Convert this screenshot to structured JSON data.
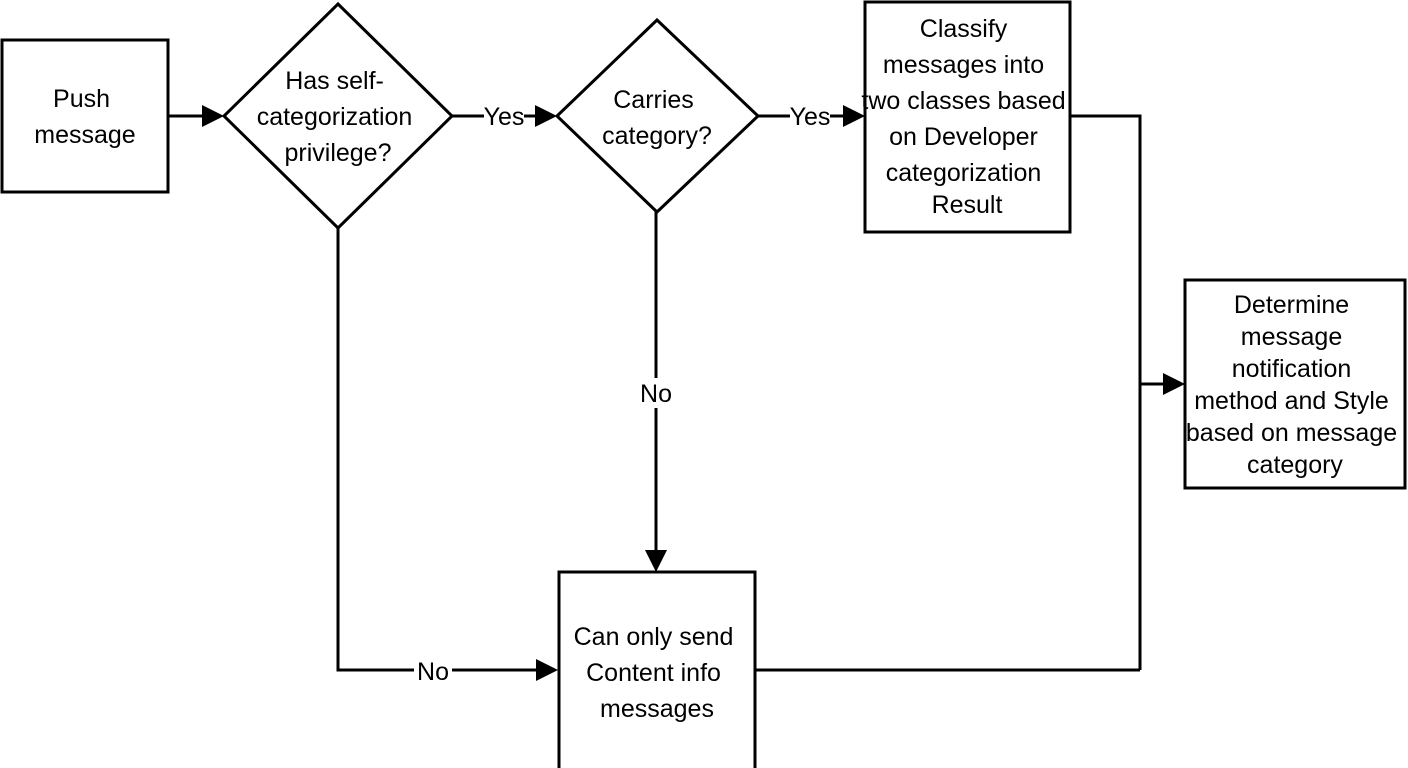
{
  "nodes": {
    "push_message": {
      "lines": [
        "Push",
        "message"
      ]
    },
    "self_categorization": {
      "lines": [
        "Has self-",
        "categorization",
        "privilege?"
      ]
    },
    "carries_category": {
      "lines": [
        "Carries",
        "category?"
      ]
    },
    "classify_messages": {
      "lines": [
        "Classify",
        "messages into",
        "two classes based",
        "on Developer",
        "categorization",
        "Result"
      ]
    },
    "content_info": {
      "lines": [
        "Can only send",
        "Content info",
        "messages"
      ]
    },
    "determine_notification": {
      "lines": [
        "Determine",
        "message",
        "notification",
        "method and Style",
        "based on message",
        "category"
      ]
    }
  },
  "edges": {
    "self_to_carries": "Yes",
    "carries_to_classify": "Yes",
    "carries_to_content": "No",
    "self_to_content": "No"
  },
  "colors": {
    "stroke": "#000000",
    "fill": "#ffffff",
    "text": "#000000"
  }
}
